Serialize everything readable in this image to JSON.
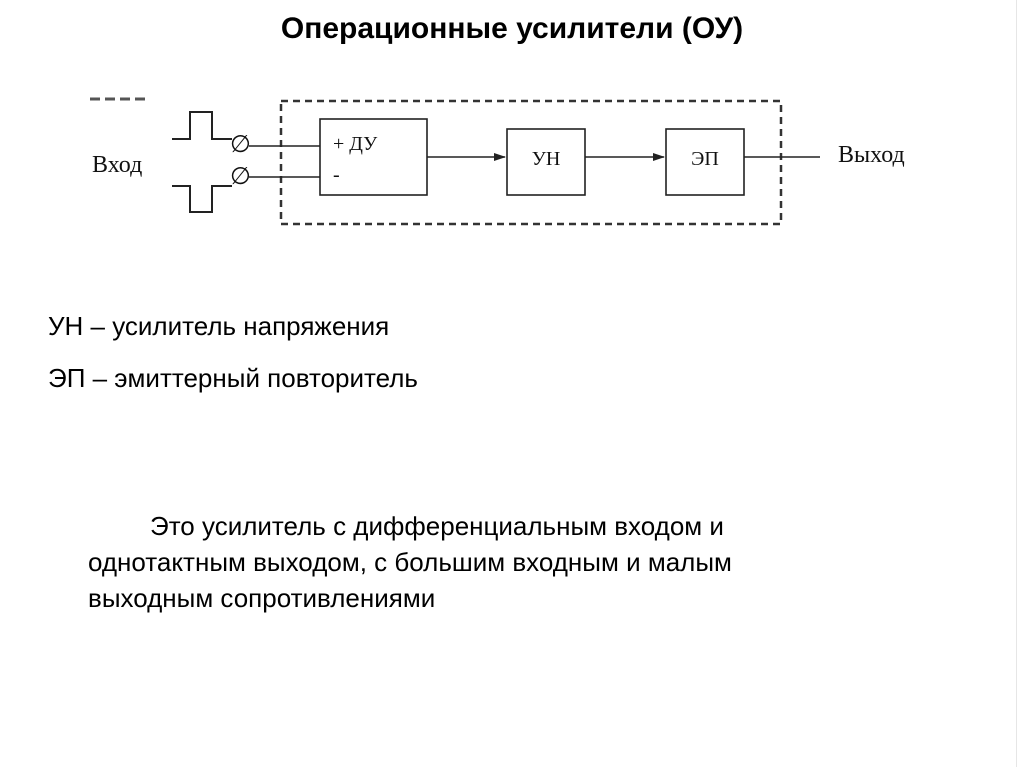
{
  "title": "Операционные усилители (ОУ)",
  "diagram": {
    "input_label": "Вход",
    "output_label": "Выход",
    "terminal_symbol": "∅",
    "blocks": [
      {
        "id": "du",
        "lines": [
          "+ ДУ",
          "-"
        ]
      },
      {
        "id": "un",
        "label": "УН"
      },
      {
        "id": "ep",
        "label": "ЭП"
      }
    ]
  },
  "legend": [
    "УН – усилитель напряжения",
    "ЭП – эмиттерный повторитель"
  ],
  "description": {
    "lines": [
      "Это усилитель с дифференциальным входом и",
      "однотактным выходом, с большим входным и малым",
      "выходным сопротивлениями"
    ]
  }
}
